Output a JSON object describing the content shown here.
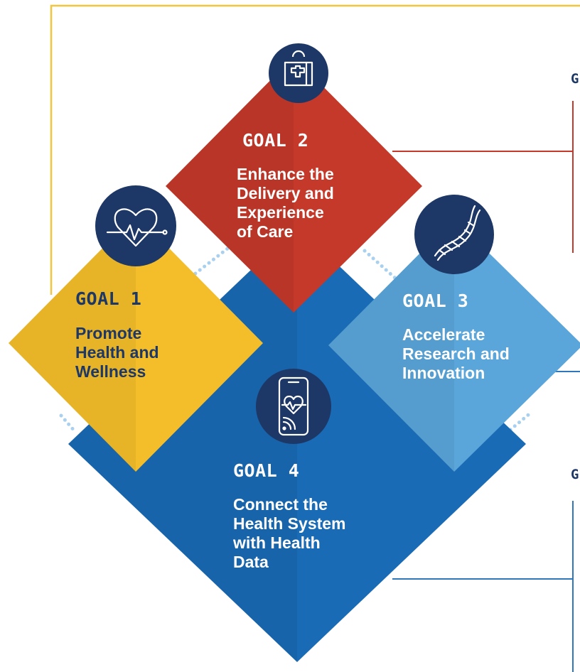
{
  "colors": {
    "goal1": "#f4bd2a",
    "goal2": "#c5392a",
    "goal3": "#5aa6db",
    "goal4": "#1a6bb5",
    "icon_bg": "#1d3766",
    "frame_yellow": "#f2c641",
    "connector_red": "#c5392a",
    "connector_blue": "#2e77bd",
    "dots": "#a9d1ef"
  },
  "goals": [
    {
      "id": "goal1",
      "title": "GOAL 1",
      "lines": [
        "Promote",
        "Health and",
        "Wellness"
      ],
      "icon": "heart-pulse-icon"
    },
    {
      "id": "goal2",
      "title": "GOAL 2",
      "lines": [
        "Enhance the",
        "Delivery and",
        "Experience",
        "of Care"
      ],
      "icon": "medical-kit-icon"
    },
    {
      "id": "goal3",
      "title": "GOAL 3",
      "lines": [
        "Accelerate",
        "Research and",
        "Innovation"
      ],
      "icon": "dna-icon"
    },
    {
      "id": "goal4",
      "title": "GOAL 4",
      "lines": [
        "Connect the",
        "Health System",
        "with Health",
        "Data"
      ],
      "icon": "phone-heart-wireless-icon"
    }
  ],
  "side_labels": [
    "G",
    "G"
  ]
}
